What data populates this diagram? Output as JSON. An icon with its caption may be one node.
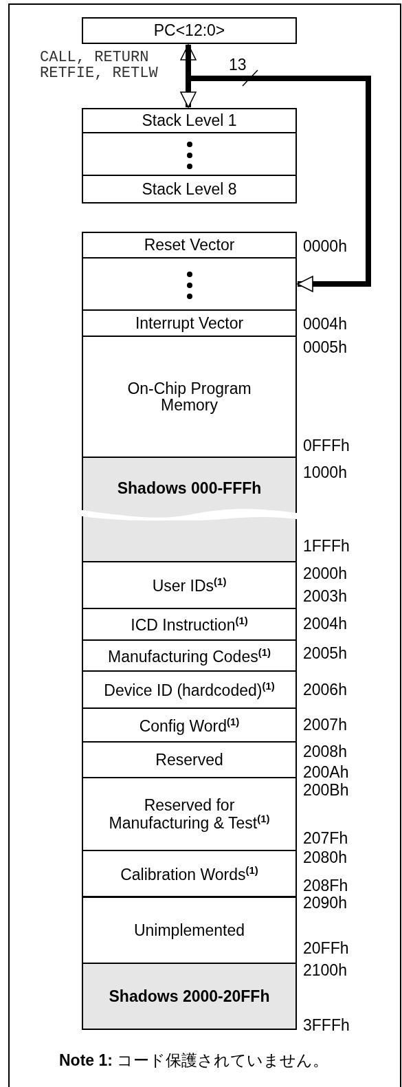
{
  "diagram": {
    "nodes": [
      {
        "text": [
          "PC<12:0>"
        ]
      },
      {
        "text": [
          "Stack Level 1"
        ]
      },
      {
        "text": [],
        "shape": "box"
      },
      {
        "text": [
          "Stack Level 8"
        ]
      },
      {
        "text": [
          "Reset Vector"
        ],
        "beside": [
          "0000h"
        ]
      },
      {
        "text": [],
        "shape": "box"
      },
      {
        "text": [
          "Interrupt Vector"
        ],
        "beside": [
          "0004h"
        ]
      },
      {
        "text": [
          "On-Chip Program Memory"
        ],
        "beside": [
          "0005h",
          "0FFFh"
        ]
      },
      {
        "text": [
          "Shadows 000-FFFh"
        ],
        "beside": [
          "1000h",
          "1FFFh"
        ]
      },
      {
        "text": [
          "User IDs$^{(1)}$"
        ],
        "beside": [
          "2000h",
          "2003h"
        ]
      },
      {
        "text": [
          "ICD Instruction$^{(1)}$"
        ],
        "beside": [
          "2004h"
        ]
      },
      {
        "text": [
          "Manufacturing Codes$^{(1)}$"
        ],
        "beside": [
          "2005h"
        ]
      },
      {
        "text": [
          "Device ID (hardcoded)$^{(1)}$"
        ],
        "beside": [
          "2006h"
        ]
      },
      {
        "text": [
          "Config Word$^{(1)}$"
        ],
        "beside": [
          "2007h"
        ]
      },
      {
        "text": [
          "Reserved"
        ],
        "beside": [
          "2008h",
          "200Ah"
        ]
      },
      {
        "text": [
          "Reserved for Manufacturing & Test$^{(1)}$"
        ],
        "beside": [
          "200Bh",
          "207Fh"
        ]
      },
      {
        "text": [
          "Calibration Words$^{(1)}$"
        ],
        "beside": [
          "2080h",
          "208Fh"
        ]
      },
      {
        "text": [
          "Unimplemented"
        ],
        "beside": [
          "2090h",
          "20FFh"
        ]
      },
      {
        "text": [
          "Shadows 2000-20FFh"
        ],
        "beside": [
          "2100h",
          "3FFFh"
        ]
      }
    ],
    "edges": [
      {
        "from": 0,
        "to": 1,
        "arrow": "both",
        "label": "CALL, RETURN RETFIE, RETLW"
      },
      {
        "from": 0,
        "to": 5,
        "arrow": "to",
        "label": "13"
      }
    ],
    "labels": [
      "**Note 1:** コード保護されていません。"
    ]
  }
}
